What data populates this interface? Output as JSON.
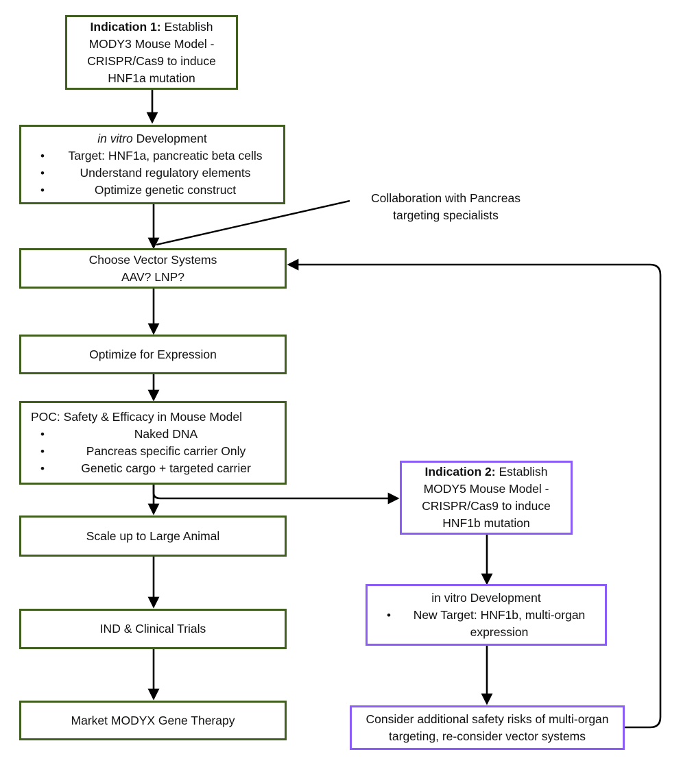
{
  "diagram": {
    "title": "MODY Gene Therapy Development Flowchart",
    "colors": {
      "indication1_border": "#41601f",
      "indication2_border": "#8b5cf6",
      "connector": "#000000",
      "background": "#ffffff",
      "text": "#111111"
    },
    "nodes": [
      {
        "id": "indication1",
        "track": "indication-1",
        "label_bold": "Indication 1:",
        "label_rest": " Establish MODY3 Mouse Model - CRISPR/Cas9 to induce HNF1a mutation"
      },
      {
        "id": "in-vitro-development-1",
        "track": "indication-1",
        "heading_italic": "in vitro",
        "heading_rest": " Development",
        "bullets": [
          "Target: HNF1a, pancreatic beta cells",
          "Understand regulatory elements",
          "Optimize genetic construct"
        ]
      },
      {
        "id": "choose-vector-systems",
        "track": "indication-1",
        "line1": "Choose Vector Systems",
        "line2": "AAV? LNP?"
      },
      {
        "id": "optimize-for-expression",
        "track": "indication-1",
        "line1": "Optimize for Expression"
      },
      {
        "id": "poc-safety-efficacy",
        "track": "indication-1",
        "heading": "POC: Safety & Efficacy in Mouse Model",
        "bullets": [
          "Naked DNA",
          "Pancreas specific carrier Only",
          "Genetic cargo + targeted carrier"
        ]
      },
      {
        "id": "scale-up-large-animal",
        "track": "indication-1",
        "line1": "Scale up to Large Animal"
      },
      {
        "id": "ind-clinical-trials",
        "track": "indication-1",
        "line1": "IND & Clinical Trials"
      },
      {
        "id": "market-modyx-gene-therapy",
        "track": "indication-1",
        "line1": "Market MODYX Gene Therapy"
      },
      {
        "id": "indication2",
        "track": "indication-2",
        "label_bold": "Indication 2:",
        "label_rest": " Establish MODY5 Mouse Model - CRISPR/Cas9 to induce HNF1b mutation"
      },
      {
        "id": "in-vitro-development-2",
        "track": "indication-2",
        "heading": "in vitro Development",
        "bullets": [
          "New Target: HNF1b, multi-organ expression"
        ]
      },
      {
        "id": "consider-additional-safety-risks",
        "track": "indication-2",
        "line1": "Consider additional safety risks of multi-organ targeting, re-consider vector systems"
      }
    ],
    "annotations": [
      {
        "id": "collaboration-note",
        "line1": "Collaboration with Pancreas",
        "line2": "targeting specialists"
      }
    ]
  }
}
